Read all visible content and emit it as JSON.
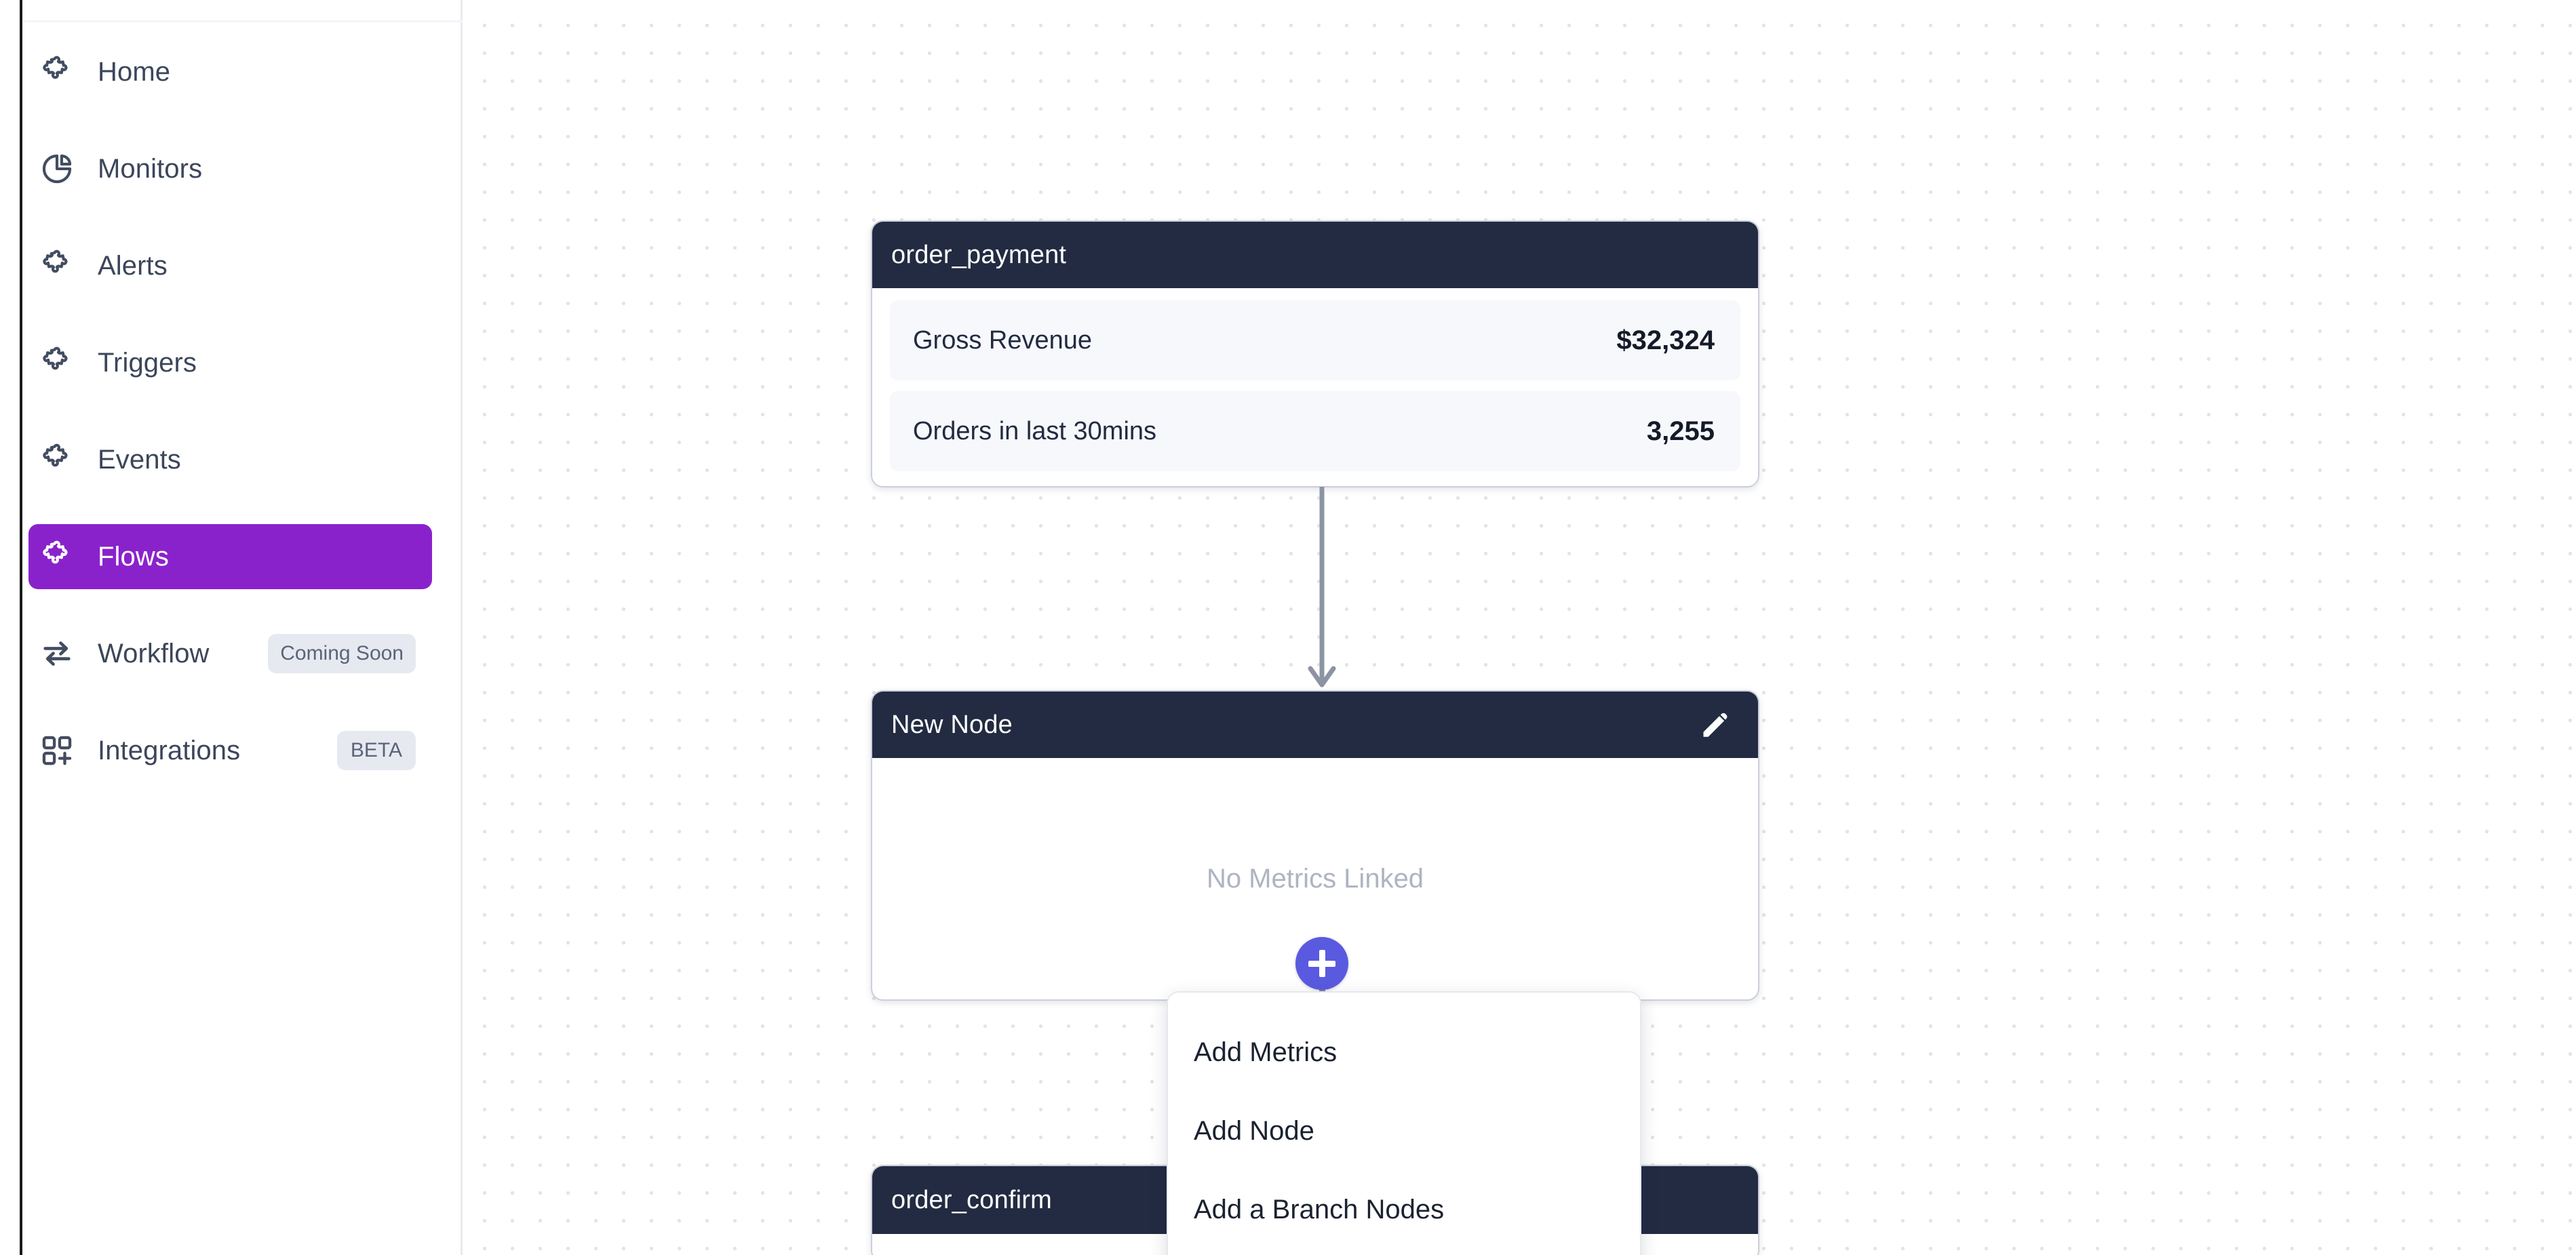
{
  "sidebar": {
    "items": [
      {
        "label": "Home",
        "icon": "puzzle-icon",
        "active": false,
        "badge": null
      },
      {
        "label": "Monitors",
        "icon": "pie-chart-icon",
        "active": false,
        "badge": null
      },
      {
        "label": "Alerts",
        "icon": "puzzle-icon",
        "active": false,
        "badge": null
      },
      {
        "label": "Triggers",
        "icon": "puzzle-icon",
        "active": false,
        "badge": null
      },
      {
        "label": "Events",
        "icon": "puzzle-icon",
        "active": false,
        "badge": null
      },
      {
        "label": "Flows",
        "icon": "puzzle-icon",
        "active": true,
        "badge": null
      },
      {
        "label": "Workflow",
        "icon": "exchange-arrows-icon",
        "active": false,
        "badge": "Coming Soon"
      },
      {
        "label": "Integrations",
        "icon": "grid-plus-icon",
        "active": false,
        "badge": "BETA"
      }
    ],
    "active_color": "#8a22cc",
    "badge_bg": "#e7e9f1"
  },
  "canvas": {
    "nodes": [
      {
        "id": "order_payment",
        "title": "order_payment",
        "has_edit_icon": false,
        "metrics": [
          {
            "name": "Gross Revenue",
            "value": "$32,324"
          },
          {
            "name": "Orders in last 30mins",
            "value": "3,255"
          }
        ]
      },
      {
        "id": "new_node",
        "title": "New Node",
        "has_edit_icon": true,
        "empty_text": "No Metrics Linked",
        "metrics": []
      },
      {
        "id": "order_confirm",
        "title": "order_confirm",
        "has_edit_icon": false,
        "metrics": []
      }
    ],
    "node_header_color": "#222b41",
    "accent_color": "#5a5ae0",
    "add_button_icon": "plus-icon",
    "edit_icon": "pencil-icon",
    "connector_icon": "down-arrow-icon"
  },
  "dropdown": {
    "items": [
      {
        "label": "Add Metrics"
      },
      {
        "label": "Add Node"
      },
      {
        "label": "Add a Branch Nodes"
      }
    ]
  }
}
